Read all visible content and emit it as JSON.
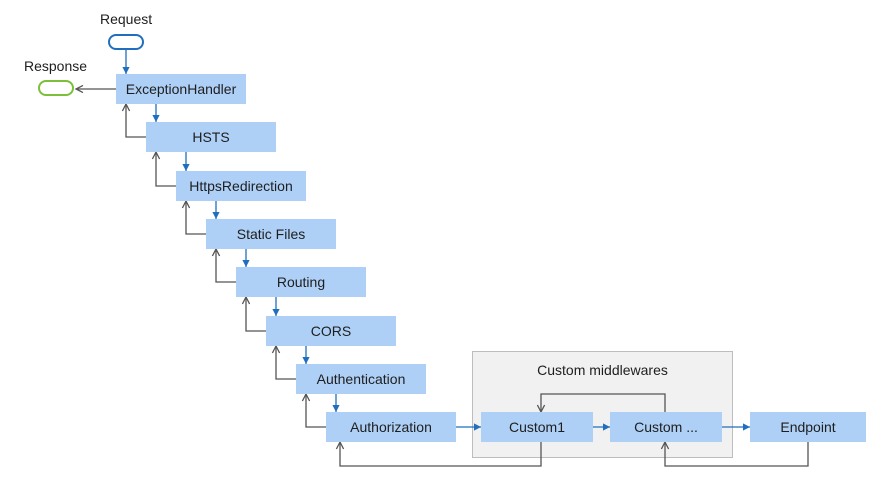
{
  "request_label": "Request",
  "response_label": "Response",
  "pipeline": [
    "ExceptionHandler",
    "HSTS",
    "HttpsRedirection",
    "Static Files",
    "Routing",
    "CORS",
    "Authentication",
    "Authorization"
  ],
  "custom_group": {
    "title": "Custom middlewares",
    "items": [
      "Custom1",
      "Custom ..."
    ]
  },
  "endpoint": "Endpoint",
  "colors": {
    "box": "#aed0f7",
    "request_arrow": "#1f6fbe",
    "response_arrow": "#555555",
    "request_pill": "#1f6fbe",
    "response_pill": "#7bbf3a",
    "group_fill": "#f1f1f1",
    "group_border": "#bdbdbd"
  }
}
